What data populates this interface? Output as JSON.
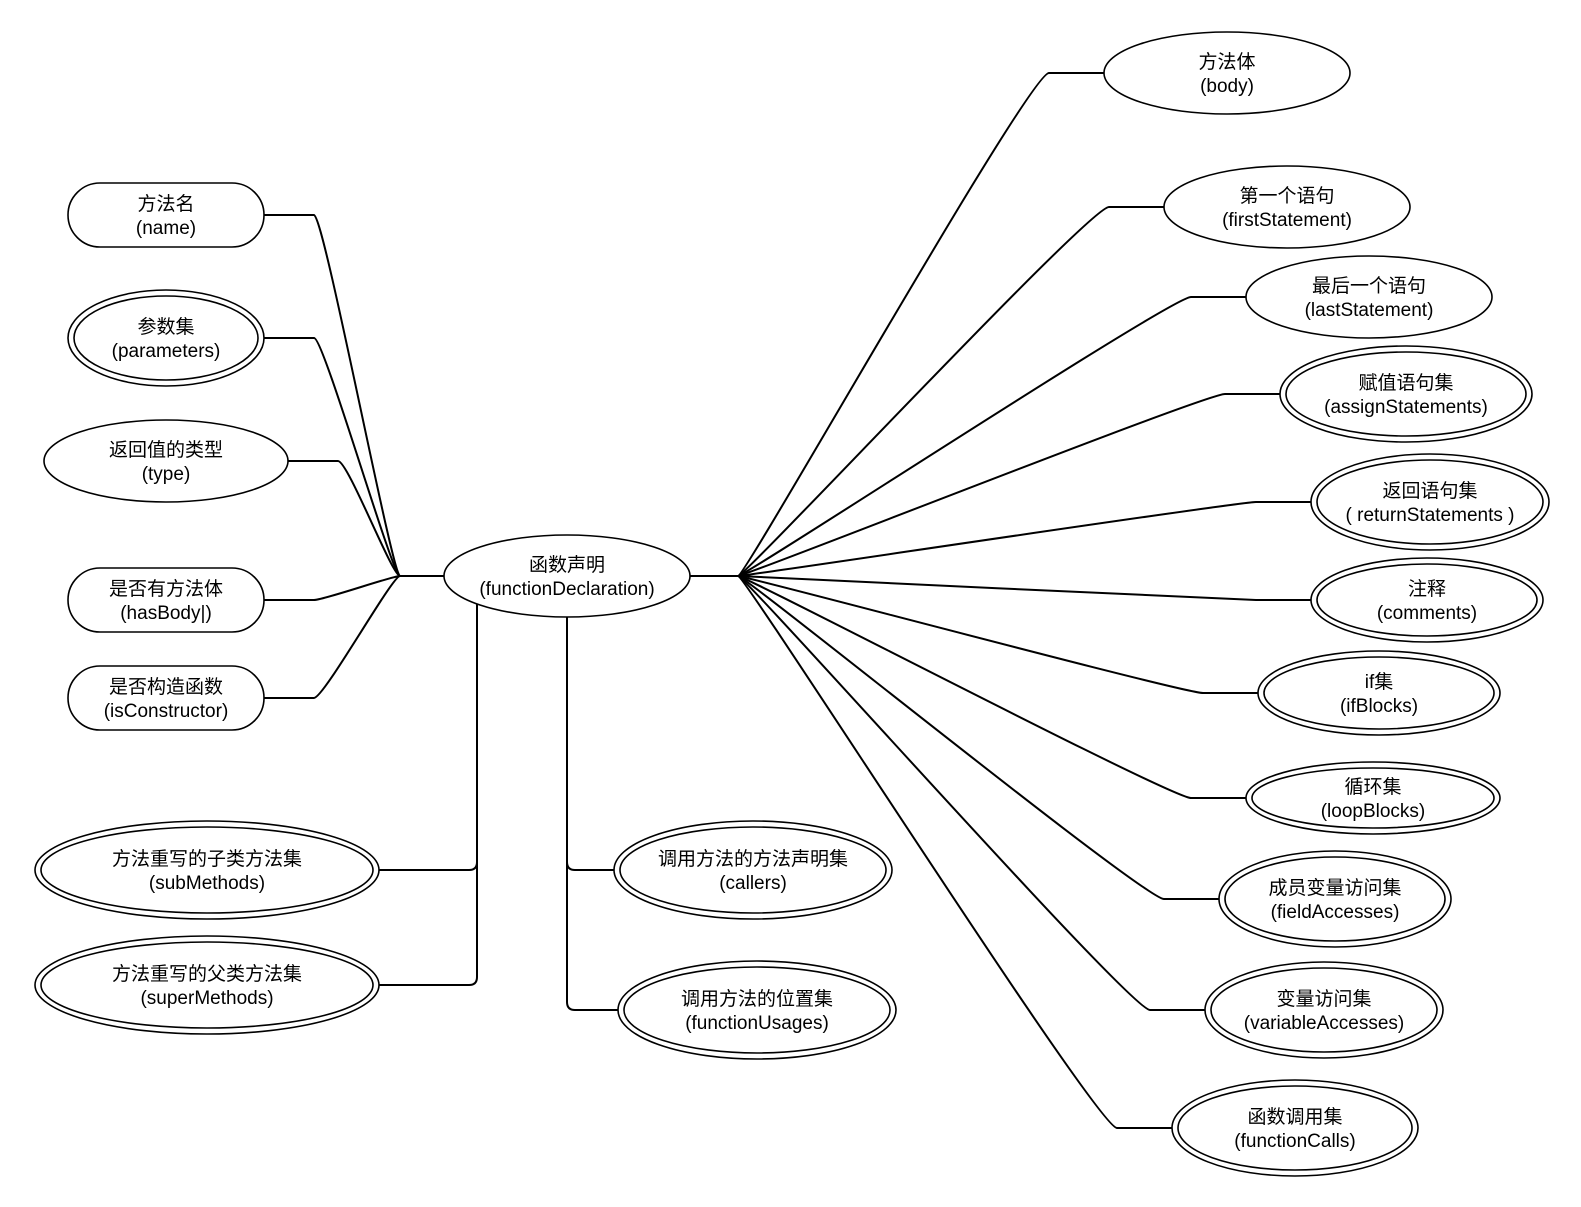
{
  "colors": {
    "stroke": "#000000",
    "fill": "#ffffff",
    "text": "#000000"
  },
  "center": {
    "id": "functionDeclaration",
    "label_cn": "函数声明",
    "label_en": "(functionDeclaration)"
  },
  "left_nodes": [
    {
      "id": "name",
      "label_cn": "方法名",
      "label_en": "(name)",
      "shape": "rounded"
    },
    {
      "id": "parameters",
      "label_cn": "参数集",
      "label_en": "(parameters)",
      "shape": "double-ellipse"
    },
    {
      "id": "type",
      "label_cn": "返回值的类型",
      "label_en": "(type)",
      "shape": "ellipse"
    },
    {
      "id": "hasBody",
      "label_cn": "是否有方法体",
      "label_en": "(hasBody|)",
      "shape": "rounded"
    },
    {
      "id": "isConstructor",
      "label_cn": "是否构造函数",
      "label_en": "(isConstructor)",
      "shape": "rounded"
    }
  ],
  "bottom_left_nodes": [
    {
      "id": "subMethods",
      "label_cn": "方法重写的子类方法集",
      "label_en": "(subMethods)",
      "shape": "double-ellipse"
    },
    {
      "id": "superMethods",
      "label_cn": "方法重写的父类方法集",
      "label_en": "(superMethods)",
      "shape": "double-ellipse"
    }
  ],
  "bottom_mid_nodes": [
    {
      "id": "callers",
      "label_cn": "调用方法的方法声明集",
      "label_en": "(callers)",
      "shape": "double-ellipse"
    },
    {
      "id": "functionUsages",
      "label_cn": "调用方法的位置集",
      "label_en": "(functionUsages)",
      "shape": "double-ellipse"
    }
  ],
  "right_nodes": [
    {
      "id": "body",
      "label_cn": "方法体",
      "label_en": "(body)",
      "shape": "ellipse"
    },
    {
      "id": "firstStatement",
      "label_cn": "第一个语句",
      "label_en": "(firstStatement)",
      "shape": "ellipse"
    },
    {
      "id": "lastStatement",
      "label_cn": "最后一个语句",
      "label_en": "(lastStatement)",
      "shape": "ellipse"
    },
    {
      "id": "assignStatements",
      "label_cn": "赋值语句集",
      "label_en": "(assignStatements)",
      "shape": "double-ellipse"
    },
    {
      "id": "returnStatements",
      "label_cn": "返回语句集",
      "label_en": "( returnStatements )",
      "shape": "double-ellipse"
    },
    {
      "id": "comments",
      "label_cn": "注释",
      "label_en": "(comments)",
      "shape": "double-ellipse"
    },
    {
      "id": "ifBlocks",
      "label_cn": "if集",
      "label_en": "(ifBlocks)",
      "shape": "double-ellipse"
    },
    {
      "id": "loopBlocks",
      "label_cn": "循环集",
      "label_en": "(loopBlocks)",
      "shape": "double-ellipse"
    },
    {
      "id": "fieldAccesses",
      "label_cn": "成员变量访问集",
      "label_en": "(fieldAccesses)",
      "shape": "double-ellipse"
    },
    {
      "id": "variableAccesses",
      "label_cn": "变量访问集",
      "label_en": "(variableAccesses)",
      "shape": "double-ellipse"
    },
    {
      "id": "functionCalls",
      "label_cn": "函数调用集",
      "label_en": "(functionCalls)",
      "shape": "double-ellipse"
    }
  ]
}
